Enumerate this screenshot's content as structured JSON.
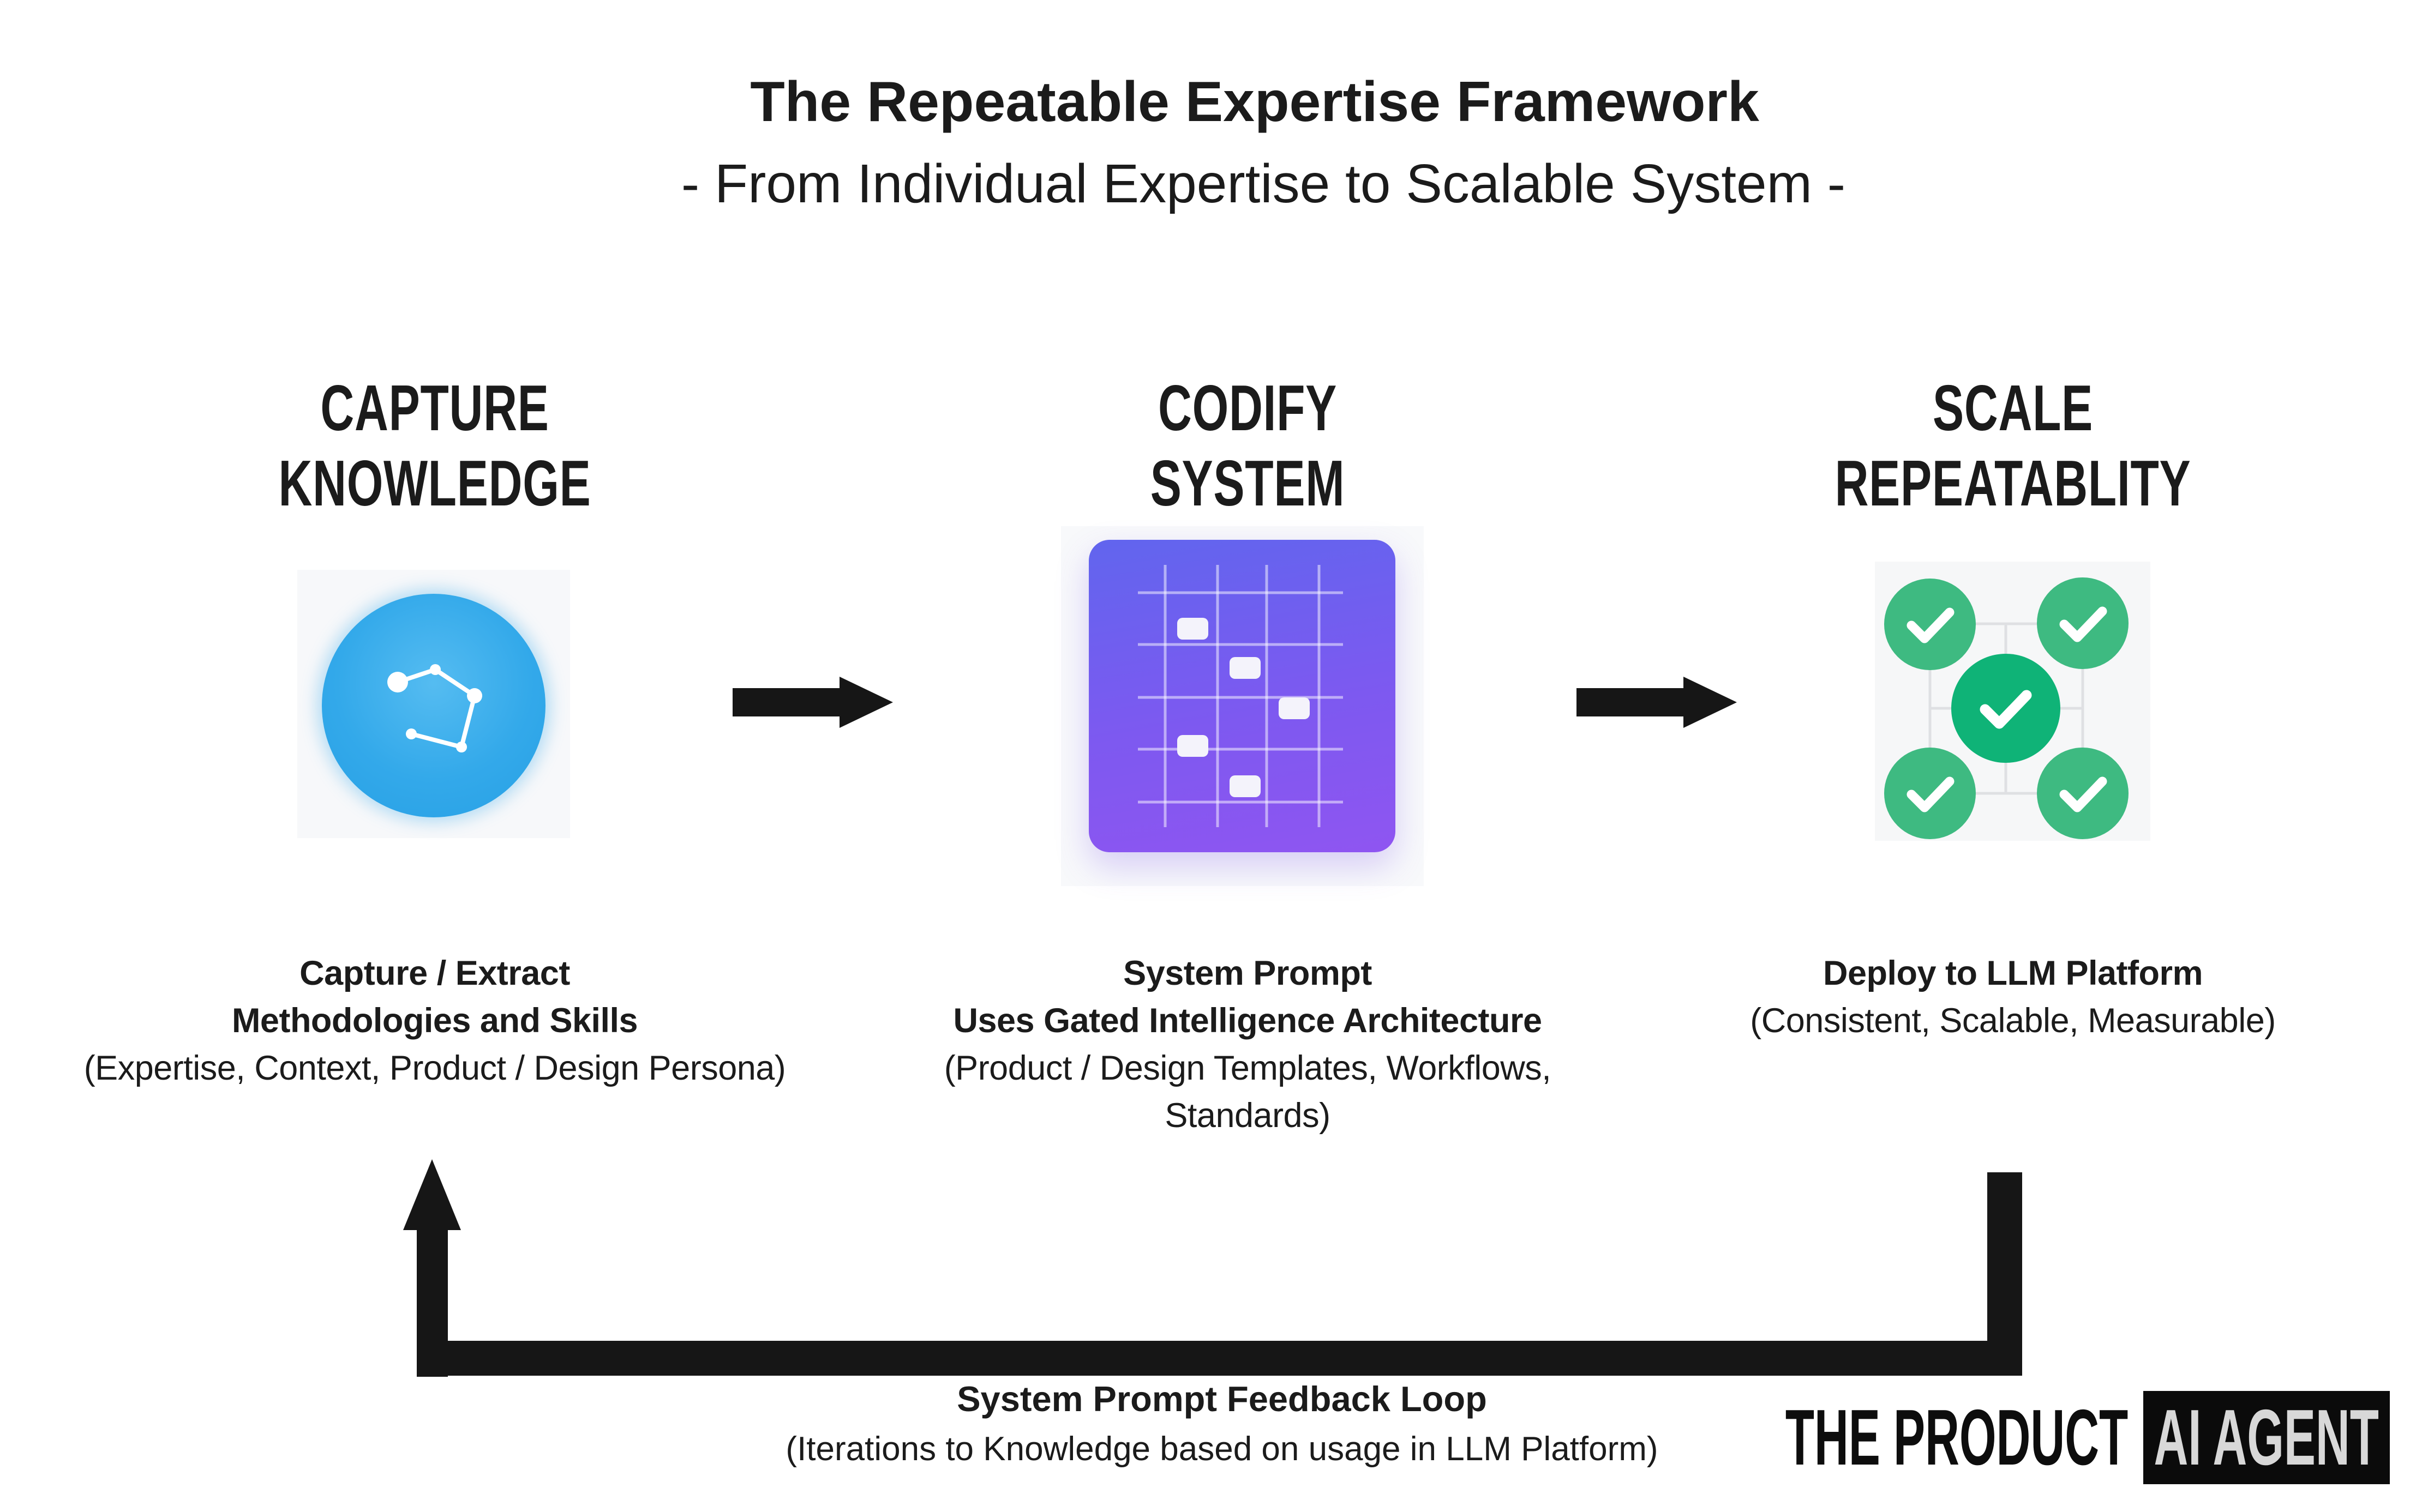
{
  "title": "The Repeatable Expertise Framework",
  "subtitle": "- From Individual Expertise to Scalable System -",
  "columns": [
    {
      "heading1": "CAPTURE",
      "heading2": "KNOWLEDGE",
      "icon": "network-sphere-icon",
      "desc_bold1": "Capture / Extract",
      "desc_bold2": "Methodologies and Skills",
      "desc_regular": "(Expertise, Context, Product / Design Persona)"
    },
    {
      "heading1": "CODIFY",
      "heading2": "SYSTEM",
      "icon": "grid-gantt-icon",
      "desc_bold1": "System Prompt",
      "desc_bold2": "Uses Gated Intelligence Architecture",
      "desc_regular": "(Product / Design Templates, Workflows, Standards)"
    },
    {
      "heading1": "SCALE",
      "heading2": "REPEATABLITY",
      "icon": "check-network-icon",
      "desc_bold1": "Deploy to LLM Platform",
      "desc_regular": "(Consistent, Scalable, Measurable)"
    }
  ],
  "feedback_loop": {
    "label_bold": "System Prompt Feedback Loop",
    "label_regular": "(Iterations to Knowledge based on usage in LLM Platform)"
  },
  "logo": {
    "text": "THE PRODUCT",
    "badge": "AI AGENT"
  },
  "colors": {
    "blue_icon": "#2fa9e9",
    "purple_icon_top": "#6165ee",
    "purple_icon_bottom": "#8f55f1",
    "green_icon": "#3eba81",
    "green_icon_center": "#0fb377",
    "arrow_black": "#161616"
  }
}
